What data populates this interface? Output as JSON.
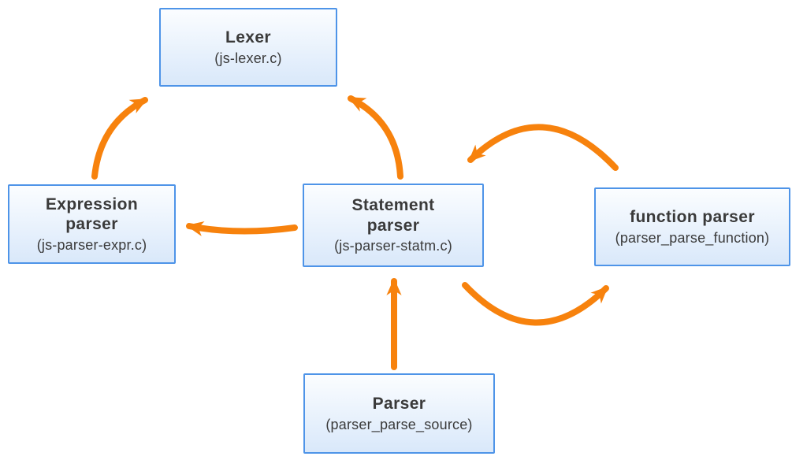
{
  "diagram": {
    "nodes": {
      "lexer": {
        "title": "Lexer",
        "subtitle": "(js-lexer.c)"
      },
      "expression_parser": {
        "title": "Expression\nparser",
        "subtitle": "(js-parser-expr.c)"
      },
      "statement_parser": {
        "title": "Statement\nparser",
        "subtitle": "(js-parser-statm.c)"
      },
      "function_parser": {
        "title": "function parser",
        "subtitle": "(parser_parse_function)"
      },
      "parser": {
        "title": "Parser",
        "subtitle": "(parser_parse_source)"
      }
    },
    "edges": [
      {
        "from": "expression_parser",
        "to": "lexer"
      },
      {
        "from": "statement_parser",
        "to": "lexer"
      },
      {
        "from": "statement_parser",
        "to": "expression_parser"
      },
      {
        "from": "parser",
        "to": "statement_parser"
      },
      {
        "from": "function_parser",
        "to": "statement_parser"
      },
      {
        "from": "statement_parser",
        "to": "function_parser"
      }
    ],
    "colors": {
      "arrow": "#F7820D",
      "node_border": "#4E94E8",
      "node_fill_top": "#FBFDFF",
      "node_fill_bottom": "#D9E8FA",
      "text": "#3A3A3A",
      "canvas_bg": "#FFFFFF"
    }
  }
}
